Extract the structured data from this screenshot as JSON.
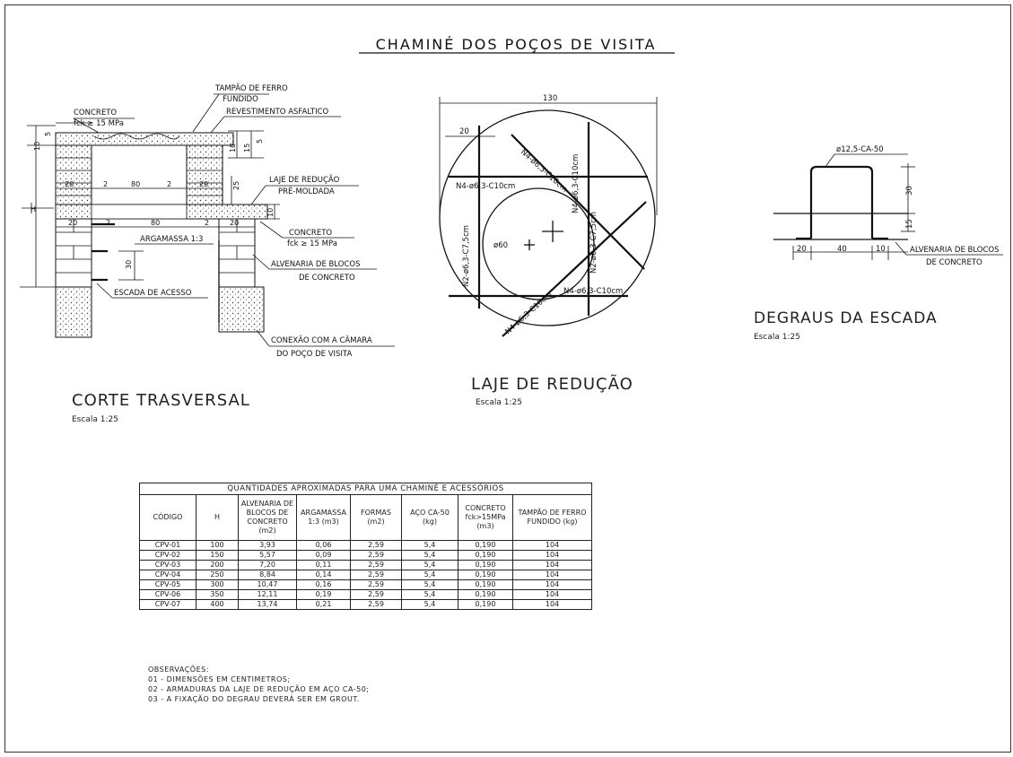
{
  "main_title": "CHAMINÉ DOS POÇOS DE VISITA",
  "section_corte": {
    "title": "CORTE TRASVERSAL",
    "scale": "Escala 1:25",
    "labels": {
      "tampao": "TAMPÃO DE FERRO",
      "fundido": "FUNDIDO",
      "revestimento": "REVESTIMENTO ASFALTICO",
      "concreto_top": "CONCRETO",
      "fck_top": "fck ≥ 15 MPa",
      "laje_reducao": "LAJE DE REDUÇÃO",
      "pre_moldada": "PRÉ-MOLDADA",
      "concreto_mid": "CONCRETO",
      "fck_mid": "fck ≥ 15 MPa",
      "argamassa": "ARGAMASSA 1:3",
      "alvenaria": "ALVENARIA DE BLOCOS",
      "de_concreto": "DE CONCRETO",
      "escada": "ESCADA DE ACESSO",
      "conexao": "CONEXÃO COM A CÂMARA",
      "do_poco": "DO POÇO DE VISITA",
      "dim_20a": "20",
      "dim_2a": "2",
      "dim_80a": "80",
      "dim_2b": "2",
      "dim_20b": "20",
      "dim_20c": "20",
      "dim_2c": "2",
      "dim_80b": "80",
      "dim_2d": "2",
      "dim_20d": "20",
      "dim_30": "30",
      "dim_25": "25",
      "dim_10a": "10",
      "dim_15": "15",
      "dim_10b": "10",
      "dim_5": "5",
      "dim_H": "H",
      "dim_10_left": "10",
      "dim_5_left": "5"
    }
  },
  "section_laje": {
    "title": "LAJE DE REDUÇÃO",
    "scale": "Escala 1:25",
    "labels": {
      "dim_130": "130",
      "dim_20": "20",
      "phi60": "ø60",
      "n4_top": "N4-ø6,3-C10cm",
      "n4_diag": "N4-ø6,3-C10cm",
      "n2_left": "N2-ø6,3-C7,5cm",
      "n2_right": "N2-ø6,3-C7,5cm",
      "n4_bottom": "N4-ø6,3-C10cm",
      "n4_bdiag": "N4-ø6,3-C10cm",
      "n4_vert": "N4-ø6,3-C10cm"
    }
  },
  "section_degraus": {
    "title": "DEGRAUS DA ESCADA",
    "scale": "Escala 1:25",
    "labels": {
      "bar": "ø12,5-CA-50",
      "dim_30": "30",
      "dim_15": "15",
      "dim_20": "20",
      "dim_40": "40",
      "dim_10": "10",
      "alvenaria": "ALVENARIA DE BLOCOS",
      "de_concreto": "DE CONCRETO"
    }
  },
  "table": {
    "caption": "QUANTIDADES APROXIMADAS PARA UMA CHAMINÉ E ACESSÓRIOS",
    "headers": [
      "CÓDIGO",
      "H",
      "ALVENARIA DE BLOCOS DE CONCRETO (m2)",
      "ARGAMASSA 1:3 (m3)",
      "FORMAS (m2)",
      "AÇO CA-50 (kg)",
      "CONCRETO fck>15MPa (m3)",
      "TAMPÃO DE FERRO FUNDIDO (kg)"
    ],
    "rows": [
      [
        "CPV-01",
        "100",
        "3,93",
        "0,06",
        "2,59",
        "5,4",
        "0,190",
        "104"
      ],
      [
        "CPV-02",
        "150",
        "5,57",
        "0,09",
        "2,59",
        "5,4",
        "0,190",
        "104"
      ],
      [
        "CPV-03",
        "200",
        "7,20",
        "0,11",
        "2,59",
        "5,4",
        "0,190",
        "104"
      ],
      [
        "CPV-04",
        "250",
        "8,84",
        "0,14",
        "2,59",
        "5,4",
        "0,190",
        "104"
      ],
      [
        "CPV-05",
        "300",
        "10,47",
        "0,16",
        "2,59",
        "5,4",
        "0,190",
        "104"
      ],
      [
        "CPV-06",
        "350",
        "12,11",
        "0,19",
        "2,59",
        "5,4",
        "0,190",
        "104"
      ],
      [
        "CPV-07",
        "400",
        "13,74",
        "0,21",
        "2,59",
        "5,4",
        "0,190",
        "104"
      ]
    ]
  },
  "notes": {
    "heading": "OBSERVAÇÕES:",
    "items": [
      "01 - DIMENSÕES EM CENTIMETROS;",
      "02 - ARMADURAS DA LAJE DE REDUÇÃO EM AÇO CA-50;",
      "03 - A FIXAÇÃO DO DEGRAU DEVERÁ SER EM GROUT."
    ]
  }
}
